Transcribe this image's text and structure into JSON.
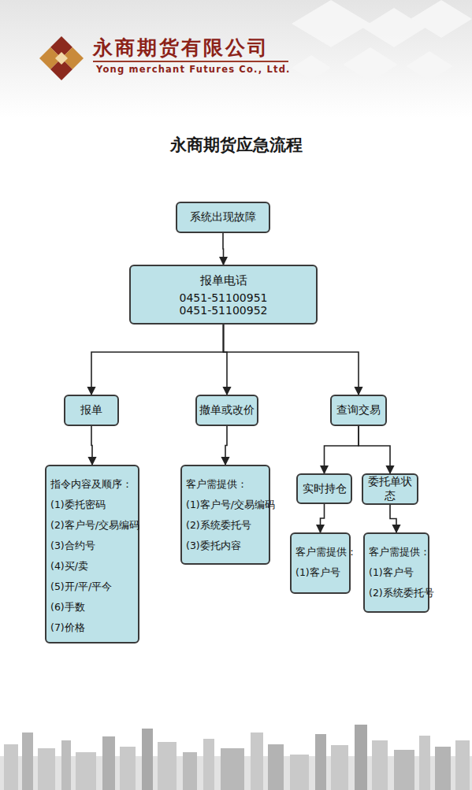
{
  "diagram": {
    "title": "永商期货应急流程",
    "nodes": [
      {
        "text": [
          "系统出现故障"
        ]
      },
      {
        "text": [
          "报单电话",
          "0451-51100951",
          "0451-51100952"
        ]
      },
      {
        "text": [
          "报单"
        ]
      },
      {
        "text": [
          "撤单或改价"
        ]
      },
      {
        "text": [
          "查询交易"
        ]
      },
      {
        "text": [
          "指令内容及顺序：",
          "(1)委托密码",
          "(2)客户号/交易编码",
          "(3)合约号",
          "(4)买/卖",
          "(5)开/平/平今",
          "(6)手数",
          "(7)价格"
        ]
      },
      {
        "text": [
          "客户需提供：",
          "(1)客户号/交易编码",
          "(2)系统委托号",
          "(3)委托内容"
        ]
      },
      {
        "text": [
          "实时持仓"
        ]
      },
      {
        "text": [
          "委托单状态"
        ]
      },
      {
        "text": [
          "客户需提供：",
          "(1)客户号"
        ]
      },
      {
        "text": [
          "客户需提供：",
          "(1)客户号",
          "(2)系统委托号"
        ]
      }
    ],
    "edges": [
      {
        "from": 0,
        "to": 1,
        "arrow": "to"
      },
      {
        "from": 1,
        "to": 2,
        "arrow": "to"
      },
      {
        "from": 1,
        "to": 3,
        "arrow": "to"
      },
      {
        "from": 1,
        "to": 4,
        "arrow": "to"
      },
      {
        "from": 2,
        "to": 5,
        "arrow": "to"
      },
      {
        "from": 3,
        "to": 6,
        "arrow": "to"
      },
      {
        "from": 4,
        "to": 7,
        "arrow": "to"
      },
      {
        "from": 4,
        "to": 8,
        "arrow": "to"
      },
      {
        "from": 7,
        "to": 9,
        "arrow": "to"
      },
      {
        "from": 8,
        "to": 10,
        "arrow": "to"
      }
    ],
    "labels": [
      "永商期货有限公司",
      "Yong merchant Futures Co., Ltd."
    ]
  }
}
